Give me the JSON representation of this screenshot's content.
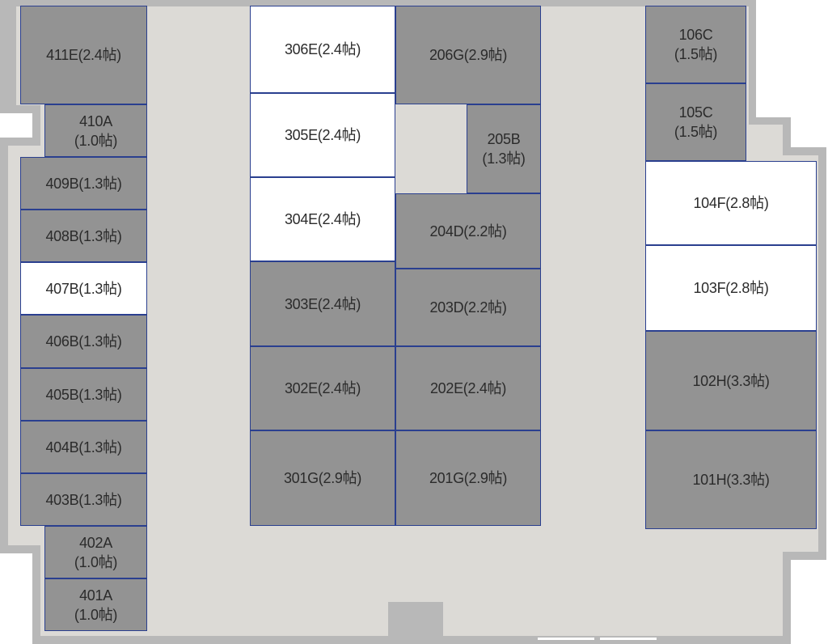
{
  "colors": {
    "outer_wall": "#b8b8b8",
    "floor": "#dcdad6",
    "unit_occupied": "#939393",
    "unit_available": "#ffffff",
    "unit_border": "#2a3f8f"
  },
  "units": [
    {
      "id": "411E",
      "size": "2.4帖",
      "status": "occupied"
    },
    {
      "id": "410A",
      "size": "1.0帖",
      "status": "occupied"
    },
    {
      "id": "409B",
      "size": "1.3帖",
      "status": "occupied"
    },
    {
      "id": "408B",
      "size": "1.3帖",
      "status": "occupied"
    },
    {
      "id": "407B",
      "size": "1.3帖",
      "status": "available"
    },
    {
      "id": "406B",
      "size": "1.3帖",
      "status": "occupied"
    },
    {
      "id": "405B",
      "size": "1.3帖",
      "status": "occupied"
    },
    {
      "id": "404B",
      "size": "1.3帖",
      "status": "occupied"
    },
    {
      "id": "403B",
      "size": "1.3帖",
      "status": "occupied"
    },
    {
      "id": "402A",
      "size": "1.0帖",
      "status": "occupied"
    },
    {
      "id": "401A",
      "size": "1.0帖",
      "status": "occupied"
    },
    {
      "id": "306E",
      "size": "2.4帖",
      "status": "available"
    },
    {
      "id": "305E",
      "size": "2.4帖",
      "status": "available"
    },
    {
      "id": "304E",
      "size": "2.4帖",
      "status": "available"
    },
    {
      "id": "303E",
      "size": "2.4帖",
      "status": "occupied"
    },
    {
      "id": "302E",
      "size": "2.4帖",
      "status": "occupied"
    },
    {
      "id": "301G",
      "size": "2.9帖",
      "status": "occupied"
    },
    {
      "id": "206G",
      "size": "2.9帖",
      "status": "occupied"
    },
    {
      "id": "205B",
      "size": "1.3帖",
      "status": "occupied"
    },
    {
      "id": "204D",
      "size": "2.2帖",
      "status": "occupied"
    },
    {
      "id": "203D",
      "size": "2.2帖",
      "status": "occupied"
    },
    {
      "id": "202E",
      "size": "2.4帖",
      "status": "occupied"
    },
    {
      "id": "201G",
      "size": "2.9帖",
      "status": "occupied"
    },
    {
      "id": "106C",
      "size": "1.5帖",
      "status": "occupied"
    },
    {
      "id": "105C",
      "size": "1.5帖",
      "status": "occupied"
    },
    {
      "id": "104F",
      "size": "2.8帖",
      "status": "available"
    },
    {
      "id": "103F",
      "size": "2.8帖",
      "status": "available"
    },
    {
      "id": "102H",
      "size": "3.3帖",
      "status": "occupied"
    },
    {
      "id": "101H",
      "size": "3.3帖",
      "status": "occupied"
    }
  ]
}
